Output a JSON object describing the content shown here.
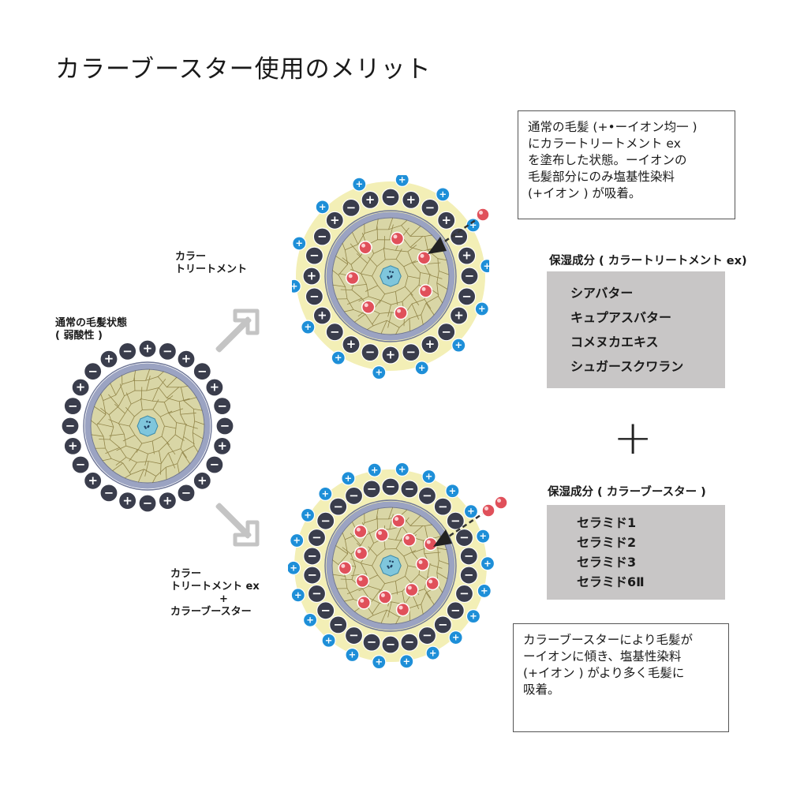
{
  "title": "カラーブースター使用のメリット",
  "labels": {
    "normal_hair": [
      "通常の毛髪状態",
      "( 弱酸性 )"
    ],
    "treatment": [
      "カラー",
      "トリートメント"
    ],
    "treatment_booster": [
      "カラー",
      "トリートメント ex",
      "+",
      "カラーブースター"
    ]
  },
  "note_top": [
    "通常の毛髪 (+•ーイオン均一 )",
    "にカラートリートメント ex",
    "を塗布した状態。ーイオンの",
    "毛髪部分にのみ塩基性染料",
    "(+イオン ) が吸着。"
  ],
  "note_bottom": [
    "カラーブースターにより毛髪が",
    "ーイオンに傾き、塩基性染料",
    "(+イオン ) がより多く毛髪に",
    "吸着。"
  ],
  "moisture_treatment": {
    "title": "保湿成分 ( カラートリートメント ex)",
    "items": [
      "シアバター",
      "キュプアスバター",
      "コメヌカエキス",
      "シュガースクワラン"
    ]
  },
  "plus_symbol": "+",
  "moisture_booster": {
    "title": "保湿成分 ( カラーブースター )",
    "items": [
      "セラミド1",
      "セラミド2",
      "セラミド3",
      "セラミド6Ⅱ"
    ]
  },
  "ions": {
    "plus": "+",
    "minus": "−"
  },
  "colors": {
    "ion_dark": "#3a3d4c",
    "ion_blue": "#1e8fd8",
    "cortex": "#d9d6a6",
    "cortex_line": "#7a6a2a",
    "cuticle": "#9ba3c2",
    "medulla": "#7fc6dc",
    "dye": "#e0505a",
    "halo": "#f3efb6",
    "arrow": "#c4c4c4"
  },
  "diagrams": {
    "normal": {
      "dark_ions": [
        "+",
        "−",
        "+",
        "−",
        "+",
        "−",
        "−",
        "+",
        "−",
        "+",
        "−",
        "+",
        "−",
        "+",
        "−",
        "+",
        "−",
        "+",
        "−",
        "−",
        "+",
        "−",
        "+",
        "−"
      ],
      "blue_ions": [],
      "dye_count": 0
    },
    "treatment": {
      "dark_ions": [
        "−",
        "+",
        "−",
        "+",
        "−",
        "+",
        "−",
        "−",
        "+",
        "−",
        "+",
        "−",
        "+",
        "−",
        "+",
        "−",
        "+",
        "−",
        "+",
        "−",
        "−",
        "+",
        "−",
        "+"
      ],
      "blue_ions": [
        "+",
        "+",
        "+",
        "+",
        "+",
        "+",
        "+",
        "+",
        "+",
        "+",
        "+",
        "+",
        "+",
        "+"
      ],
      "dye_count": 7
    },
    "booster": {
      "dark_ions": [
        "−",
        "−",
        "−",
        "−",
        "−",
        "−",
        "−",
        "−",
        "−",
        "−",
        "−",
        "−",
        "−",
        "−",
        "−",
        "−",
        "−",
        "−",
        "−",
        "−",
        "−",
        "−",
        "−",
        "−",
        "−",
        "−"
      ],
      "blue_ions": [
        "+",
        "+",
        "+",
        "+",
        "+",
        "+",
        "+",
        "+",
        "+",
        "+",
        "+",
        "+",
        "+",
        "+",
        "+",
        "+",
        "+",
        "+",
        "+",
        "+",
        "+",
        "+"
      ],
      "dye_count": 14
    }
  }
}
